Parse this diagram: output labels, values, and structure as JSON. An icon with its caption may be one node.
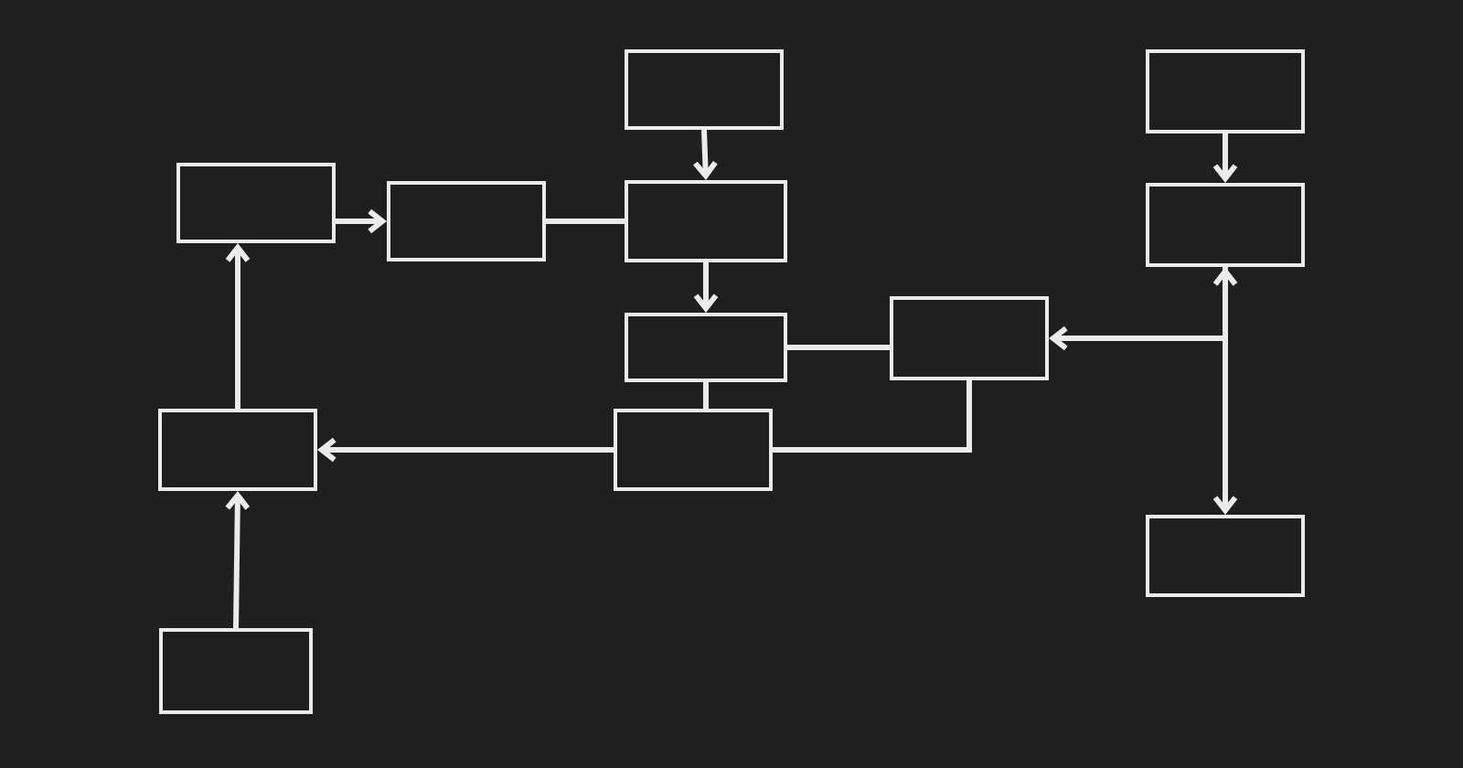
{
  "diagram": {
    "nodes": [
      {
        "text": [],
        "shape": "box"
      },
      {
        "text": [],
        "shape": "box"
      },
      {
        "text": [],
        "shape": "box"
      },
      {
        "text": [],
        "shape": "box"
      },
      {
        "text": [],
        "shape": "box"
      },
      {
        "text": [],
        "shape": "box"
      },
      {
        "text": [],
        "shape": "box"
      },
      {
        "text": [],
        "shape": "box"
      },
      {
        "text": [],
        "shape": "box"
      },
      {
        "text": [],
        "shape": "box"
      },
      {
        "text": [],
        "shape": "box"
      },
      {
        "text": [],
        "shape": "box"
      }
    ],
    "edges": [
      {
        "from": 2,
        "to": 3,
        "arrow": "to"
      },
      {
        "from": 3,
        "to": 4,
        "arrow": "none"
      },
      {
        "from": 0,
        "to": 4,
        "arrow": "to"
      },
      {
        "from": 4,
        "to": 6,
        "arrow": "to"
      },
      {
        "from": 6,
        "to": 7,
        "arrow": "none"
      },
      {
        "from": 6,
        "to": 9,
        "arrow": "none"
      },
      {
        "from": 7,
        "to": 9,
        "arrow": "none"
      },
      {
        "from": 9,
        "to": 8,
        "arrow": "to"
      },
      {
        "from": 8,
        "to": 2,
        "arrow": "to"
      },
      {
        "from": 11,
        "to": 8,
        "arrow": "to"
      },
      {
        "from": 1,
        "to": 5,
        "arrow": "to"
      },
      {
        "from": 5,
        "to": 10,
        "arrow": "both"
      },
      {
        "from": 5,
        "to": 7,
        "arrow": "to"
      }
    ]
  }
}
